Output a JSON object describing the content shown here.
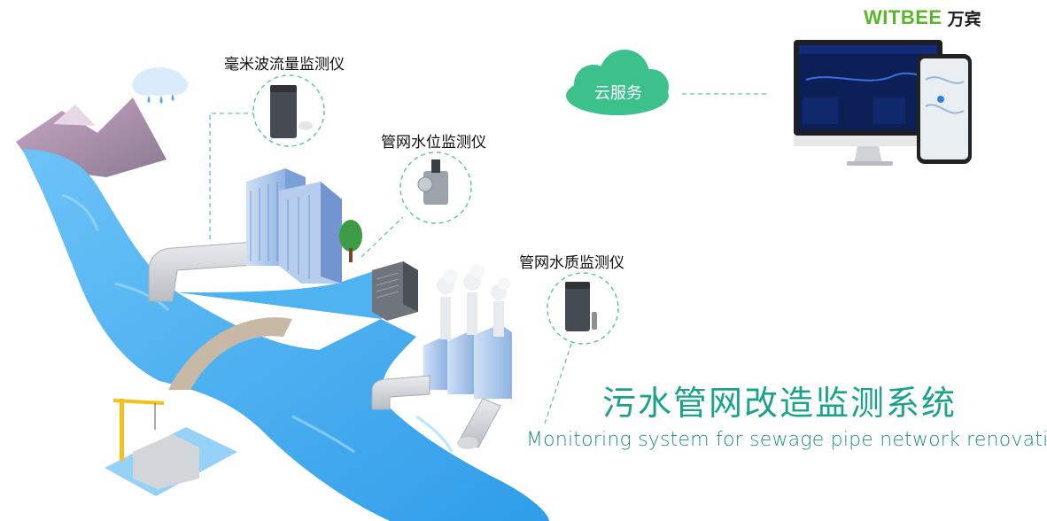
{
  "brand": {
    "name": "WITBEE",
    "name_cn": "万宾"
  },
  "cloud": {
    "label": "云服务"
  },
  "devices": {
    "flow_meter": {
      "label": "毫米波流量监测仪"
    },
    "level_meter": {
      "label": "管网水位监测仪"
    },
    "quality_meter": {
      "label": "管网水质监测仪"
    }
  },
  "title": {
    "cn": "污水管网改造监测系统",
    "en": "Monitoring system for sewage pipe network renovation"
  },
  "colors": {
    "brand_green": "#5bb52a",
    "cloud_green": "#3cc18d",
    "title_teal": "#1aa38a",
    "river_blue": "#3aa8f0",
    "connector_green": "#5fc7a4"
  }
}
